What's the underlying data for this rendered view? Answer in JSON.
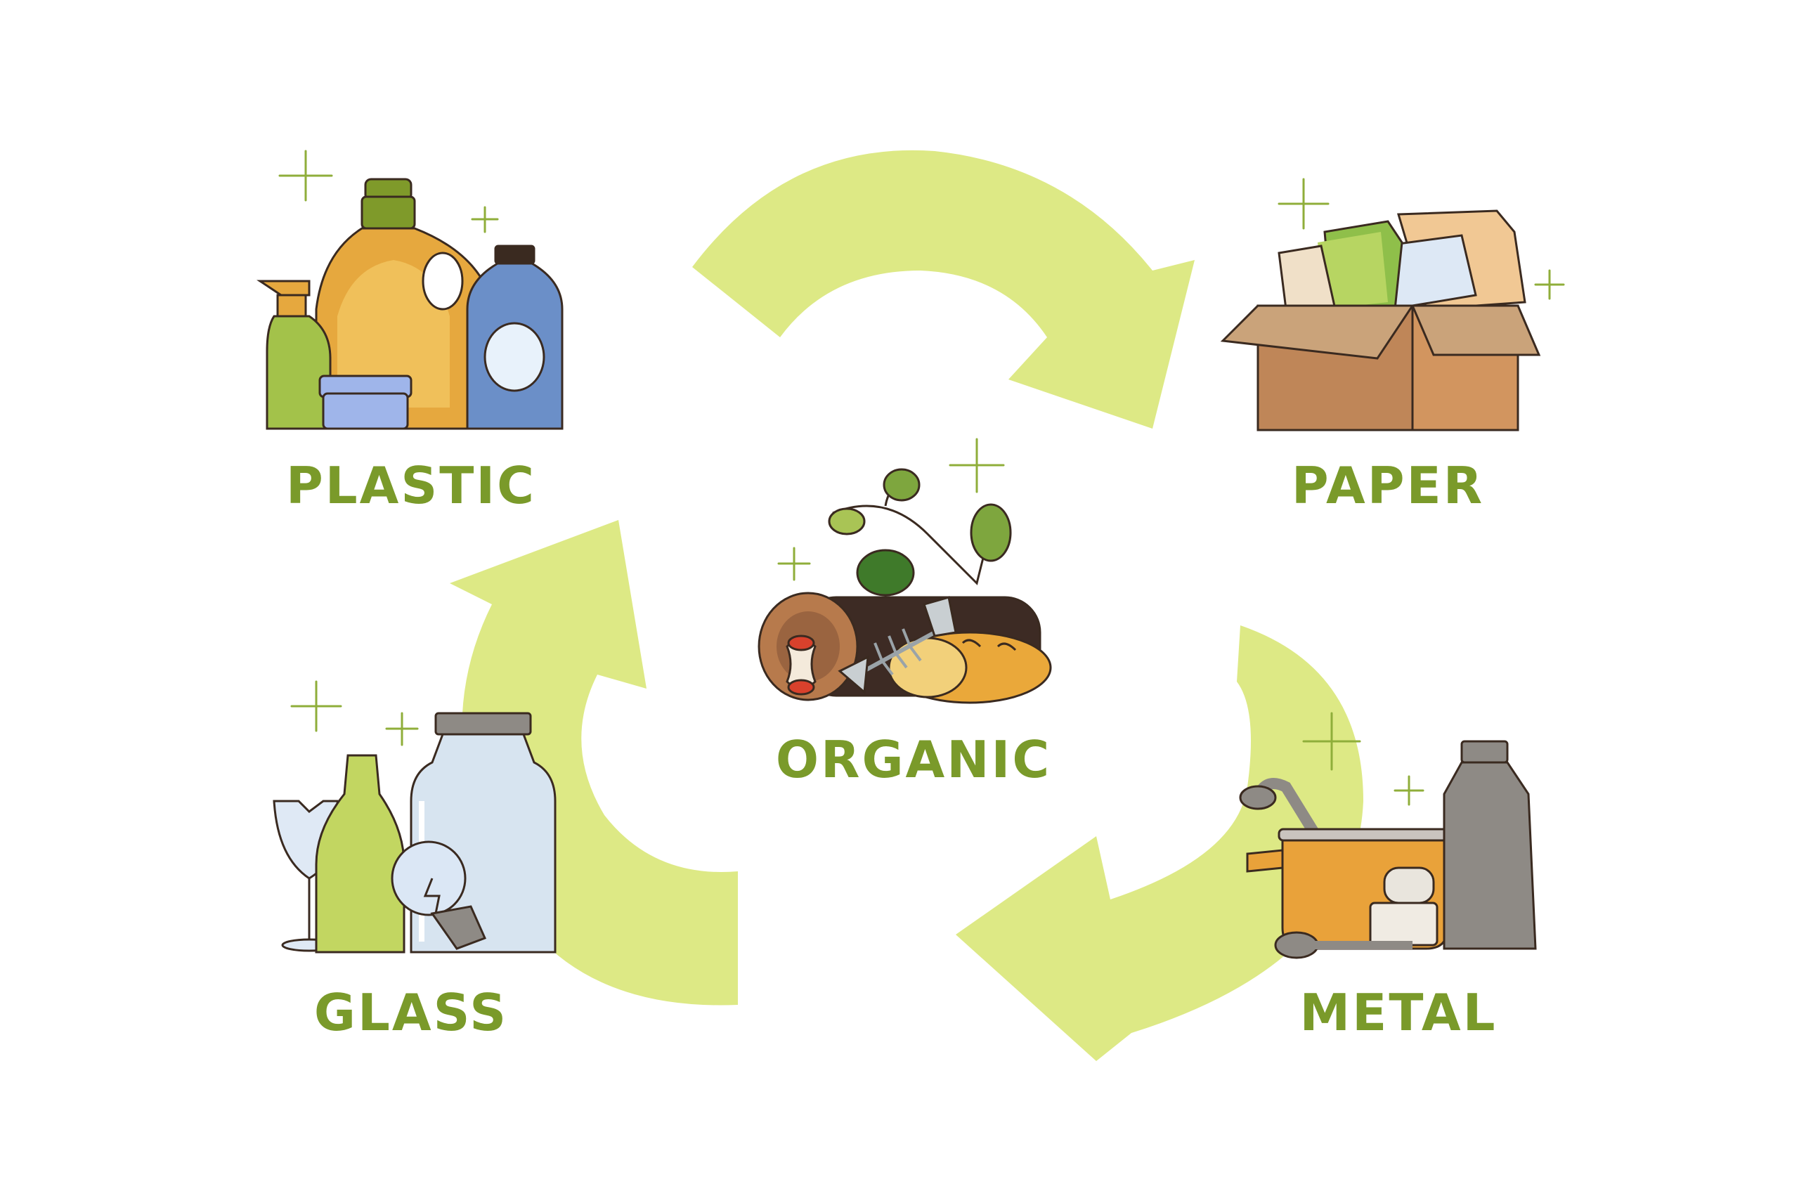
{
  "categories": [
    {
      "key": "plastic",
      "label": "PLASTIC",
      "icon": "plastic-containers-icon"
    },
    {
      "key": "paper",
      "label": "PAPER",
      "icon": "cardboard-box-paper-icon"
    },
    {
      "key": "organic",
      "label": "ORGANIC",
      "icon": "organic-waste-icon"
    },
    {
      "key": "glass",
      "label": "GLASS",
      "icon": "glass-jars-bottles-icon"
    },
    {
      "key": "metal",
      "label": "METAL",
      "icon": "metal-pot-can-icon"
    }
  ],
  "colors": {
    "arrow": "#dde985",
    "label": "#7a9a2a",
    "sparkle": "#8fae3a",
    "outline": "#3a2a20"
  },
  "arrows": [
    "recycle-arrow-top",
    "recycle-arrow-right",
    "recycle-arrow-left"
  ]
}
